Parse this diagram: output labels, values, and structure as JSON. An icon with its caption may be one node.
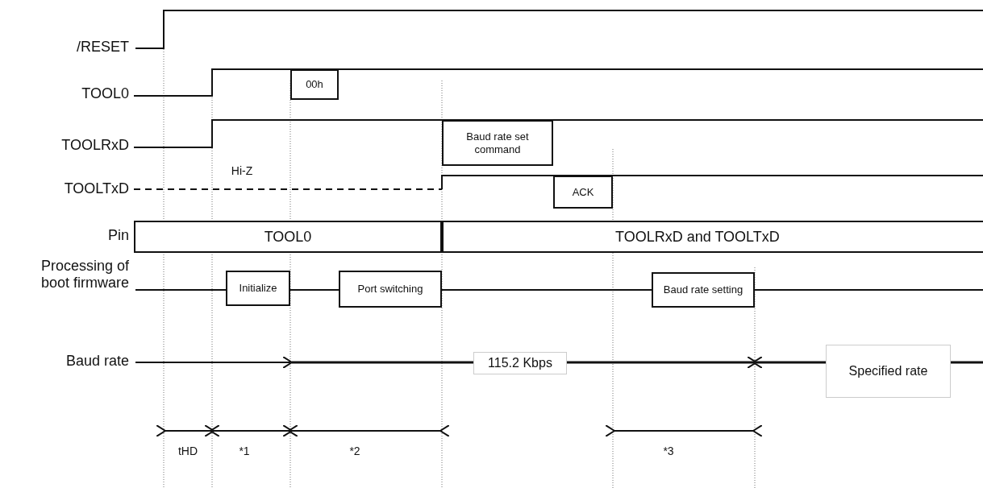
{
  "diagram": {
    "nodes": [
      {
        "text": [
          "00h"
        ]
      },
      {
        "text": [
          "Baud rate set command"
        ]
      },
      {
        "text": [
          "ACK"
        ]
      },
      {
        "text": [
          "TOOL0"
        ]
      },
      {
        "text": [
          "TOOLRxD and TOOLTxD"
        ]
      },
      {
        "text": [
          "Initialize"
        ]
      },
      {
        "text": [
          "Port switching"
        ]
      },
      {
        "text": [
          "Baud rate setting"
        ]
      },
      {
        "text": [
          "115.2 Kbps"
        ]
      },
      {
        "text": [
          "Specified rate"
        ]
      }
    ],
    "edges": [],
    "labels": [
      "/RESET",
      "TOOL0",
      "TOOLRxD",
      "TOOLTxD",
      "Hi-Z",
      "Pin",
      "Processing of boot firmware",
      "Baud rate",
      "tHD",
      "*1",
      "*2",
      "*3"
    ]
  }
}
